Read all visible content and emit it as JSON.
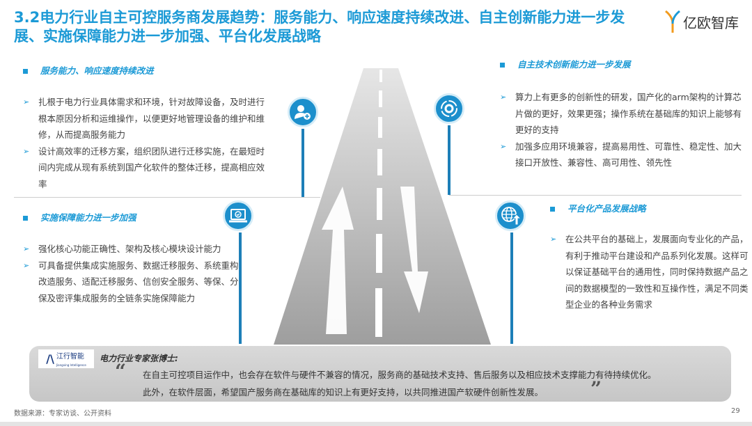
{
  "title": "3.2电力行业自主可控服务商发展趋势：服务能力、响应速度持续改进、自主创新能力进一步发展、实施保障能力进一步加强、平台化发展战略",
  "logo": {
    "text": "亿欧智库"
  },
  "sections": [
    {
      "heading": "服务能力、响应速度持续改进",
      "icon": "user-add-icon",
      "items": [
        "扎根于电力行业具体需求和环境，针对故障设备，及时进行根本原因分析和运维操作，以便更好地管理设备的维护和维修，从而提高服务能力",
        "设计高效率的迁移方案，组织团队进行迁移实施，在最短时间内完成从现有系统到国产化软件的整体迁移，提高相应效率"
      ]
    },
    {
      "heading": "自主技术创新能力进一步发展",
      "icon": "gear-cycle-icon",
      "items": [
        "算力上有更多的创新性的研发，国产化的arm架构的计算芯片做的更好，效果更强；操作系统在基础库的知识上能够有更好的支持",
        "加强多应用环境兼容，提高易用性、可靠性、稳定性、加大接口开放性、兼容性、高可用性、领先性"
      ]
    },
    {
      "heading": "实施保障能力进一步加强",
      "icon": "laptop-check-icon",
      "items": [
        "强化核心功能正确性、架构及核心模块设计能力",
        "可具备提供集成实施服务、数据迁移服务、系统重构改造服务、适配迁移服务、信创安全服务、等保、分保及密评集成服务的全链条实施保障能力"
      ]
    },
    {
      "heading": "平台化产品发展战略",
      "icon": "globe-upload-icon",
      "items": [
        "在公共平台的基础上，发展面向专业化的产品，有利于推动平台建设和产品系列化发展。这样可以保证基础平台的通用性，同时保持数据产品之间的数据模型的一致性和互操作性，满足不同类型企业的各种业务需求"
      ]
    }
  ],
  "quote": {
    "org_logo": "江行智能",
    "org_logo_sub": "Jiangxing Intelligence",
    "speaker": "电力行业专家张博士:",
    "lines": [
      "在自主可控项目运作中，也会存在软件与硬件不兼容的情况，服务商的基础技术支持、售后服务以及相应技术支撑能力有待持续优化。",
      "此外，在软件层面，希望国产服务商在基础库的知识上有更好支持，以共同推进国产软硬件创新性发展。"
    ],
    "open_mark": "“",
    "close_mark": "”"
  },
  "footer": {
    "source": "数据来源：专家访谈、公开资料",
    "page": "29"
  },
  "colors": {
    "accent": "#1c9ad6",
    "icon": "#1c8fcc",
    "road": "#bdbdbd"
  }
}
